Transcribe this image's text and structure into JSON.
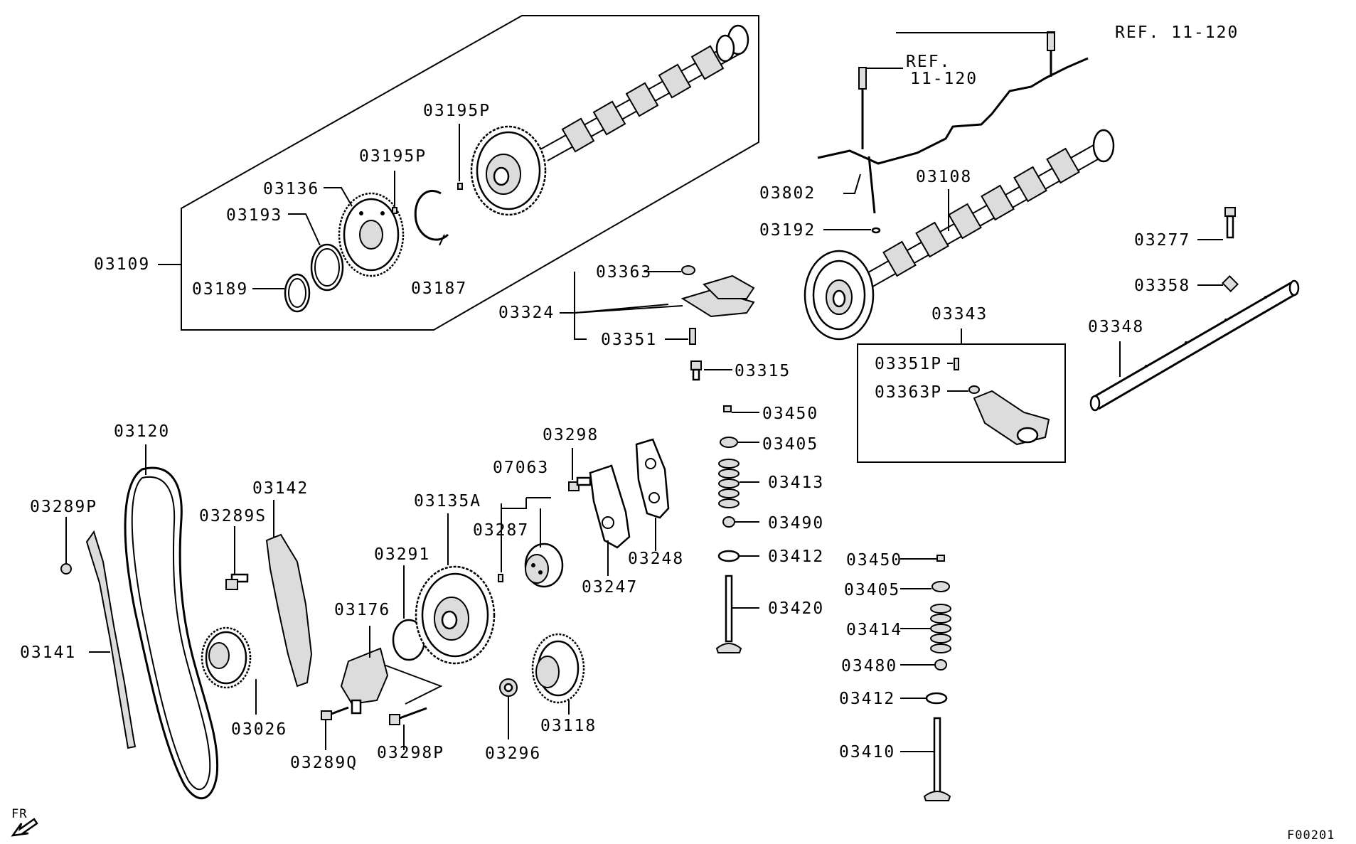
{
  "diagram_code": "F00201",
  "direction_label": "FR",
  "refs": {
    "ref_top_right": "REF. 11-120",
    "ref_mid_line1": "REF.",
    "ref_mid_line2": "11-120"
  },
  "parts": {
    "p03109": "03109",
    "p03189": "03189",
    "p03193": "03193",
    "p03136": "03136",
    "p03195P_a": "03195P",
    "p03195P_b": "03195P",
    "p03187": "03187",
    "p03363": "03363",
    "p03324": "03324",
    "p03351": "03351",
    "p03315": "03315",
    "p03802": "03802",
    "p03108": "03108",
    "p03192": "03192",
    "p03277": "03277",
    "p03358": "03358",
    "p03343": "03343",
    "p03348": "03348",
    "p03351P": "03351P",
    "p03363P": "03363P",
    "p03450_a": "03450",
    "p03405_a": "03405",
    "p03413": "03413",
    "p03490": "03490",
    "p03412_a": "03412",
    "p03420": "03420",
    "p03450_b": "03450",
    "p03405_b": "03405",
    "p03414": "03414",
    "p03480": "03480",
    "p03412_b": "03412",
    "p03410": "03410",
    "p03120": "03120",
    "p03289P": "03289P",
    "p03142": "03142",
    "p03289S": "03289S",
    "p03141": "03141",
    "p03026": "03026",
    "p03298_top": "03298",
    "p07063": "07063",
    "p03135A": "03135A",
    "p03287": "03287",
    "p03291": "03291",
    "p03176": "03176",
    "p03247": "03247",
    "p03248": "03248",
    "p03289Q": "03289Q",
    "p03298P": "03298P",
    "p03296": "03296",
    "p03118": "03118"
  }
}
